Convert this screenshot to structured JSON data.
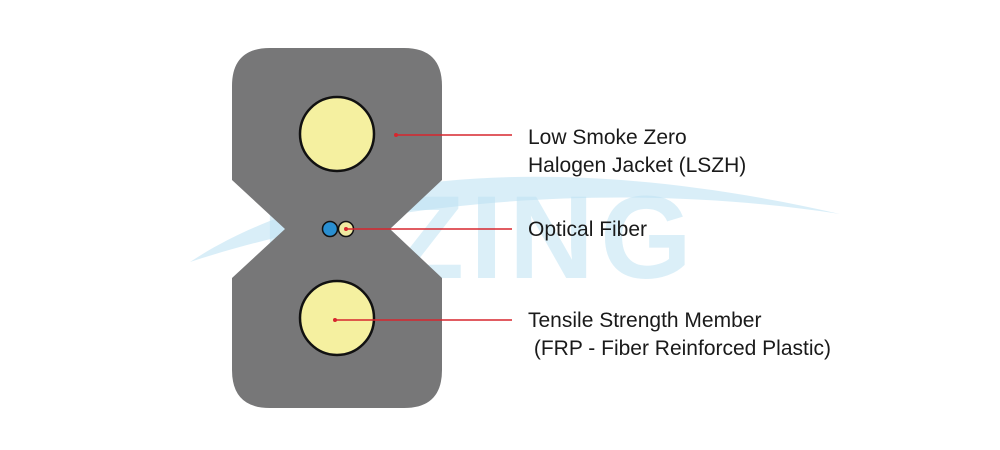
{
  "watermark": {
    "text": "NIZING"
  },
  "labels": {
    "jacket": {
      "line1": "Low Smoke Zero",
      "line2": "Halogen Jacket (LSZH)"
    },
    "fiber": {
      "line1": "Optical Fiber"
    },
    "strength": {
      "line1": "Tensile Strength Member",
      "line2": " (FRP - Fiber Reinforced Plastic)"
    }
  },
  "colors": {
    "jacket": "#777778",
    "strength_member": "#f5f0a0",
    "outline": "#111111",
    "fiber_blue": "#2a8fd1",
    "fiber_yellow": "#efe9a0",
    "leader_line": "#d7262e",
    "watermark": "#bfe3f3"
  }
}
